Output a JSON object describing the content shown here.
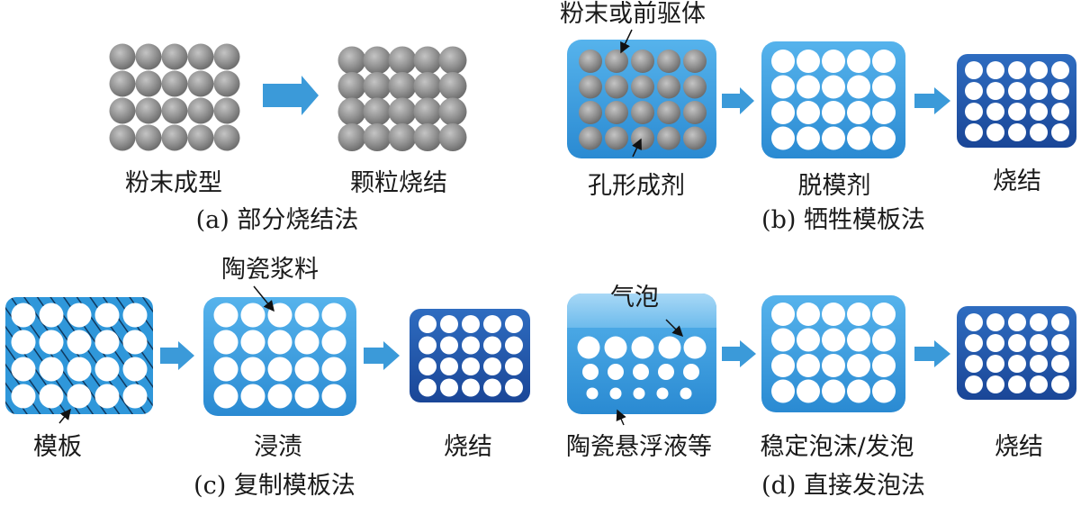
{
  "panel_a": {
    "caption": "(a) 部分烧结法",
    "step1_label": "粉末成型",
    "step2_label": "颗粒烧结"
  },
  "panel_b": {
    "caption": "(b) 牺牲模板法",
    "top_annotation": "粉末或前驱体",
    "step1_label": "孔形成剂",
    "step2_label": "脱模剂",
    "step3_label": "烧结"
  },
  "panel_c": {
    "caption": "(c) 复制模板法",
    "top_annotation": "陶瓷浆料",
    "step1_label": "模板",
    "step2_label": "浸渍",
    "step3_label": "烧结"
  },
  "panel_d": {
    "caption": "(d) 直接发泡法",
    "top_annotation": "气泡",
    "step1_label": "陶瓷悬浮液等",
    "step2_label": "稳定泡沫/发泡",
    "step3_label": "烧结"
  },
  "colors": {
    "light_blue": "#3a9fde",
    "mid_blue": "#2a86cf",
    "dark_blue": "#1d4fa8",
    "gray_particle": "#8e8e8e",
    "arrow_blue": "#3b9ad9"
  }
}
